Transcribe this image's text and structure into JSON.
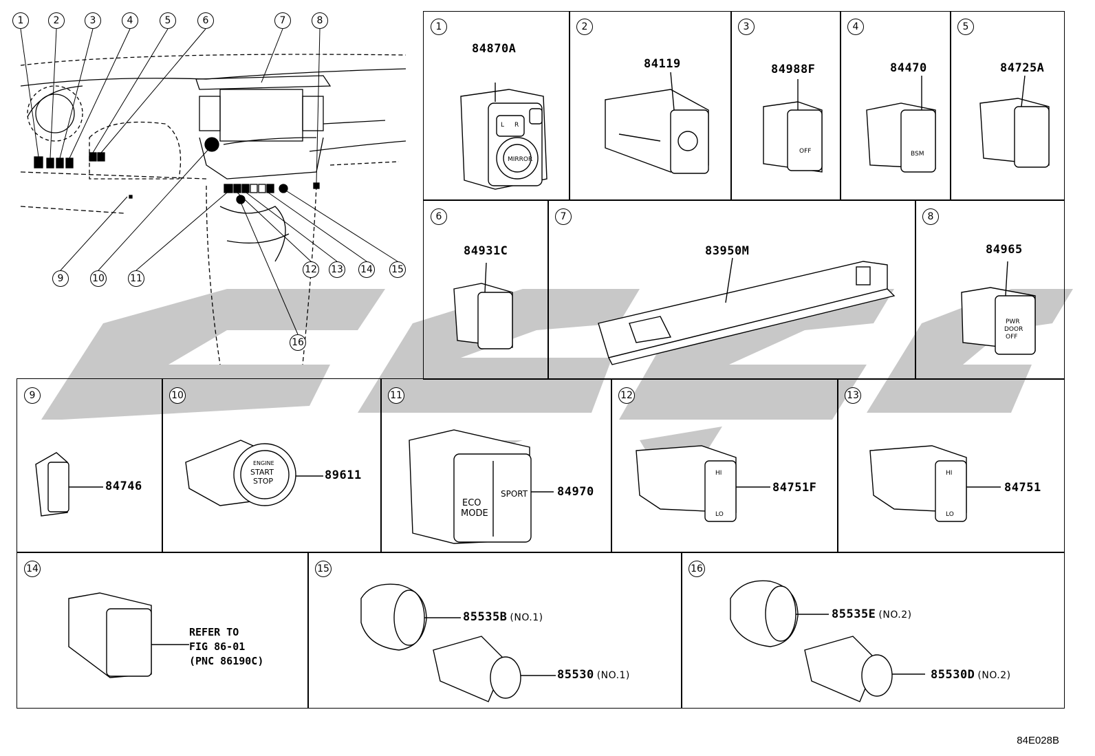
{
  "overview_callouts": [
    "1",
    "2",
    "3",
    "4",
    "5",
    "6",
    "7",
    "8",
    "9",
    "10",
    "11",
    "12",
    "13",
    "14",
    "15",
    "16"
  ],
  "panels": [
    {
      "no": "1",
      "part": "84870A"
    },
    {
      "no": "2",
      "part": "84119"
    },
    {
      "no": "3",
      "part": "84988F"
    },
    {
      "no": "4",
      "part": "84470"
    },
    {
      "no": "5",
      "part": "84725A"
    },
    {
      "no": "6",
      "part": "84931C"
    },
    {
      "no": "7",
      "part": "83950M"
    },
    {
      "no": "8",
      "part": "84965"
    },
    {
      "no": "9",
      "part": "84746"
    },
    {
      "no": "10",
      "part": "89611"
    },
    {
      "no": "11",
      "part": "84970"
    },
    {
      "no": "12",
      "part": "84751F"
    },
    {
      "no": "13",
      "part": "84751"
    },
    {
      "no": "14",
      "refer": [
        "REFER TO",
        "FIG 86-01",
        "(PNC 86190C)"
      ]
    },
    {
      "no": "15",
      "parts": [
        {
          "part": "85535B",
          "note": "(NO.1)"
        },
        {
          "part": "85530",
          "note": "(NO.1)"
        }
      ]
    },
    {
      "no": "16",
      "parts": [
        {
          "part": "85535E",
          "note": "(NO.2)"
        },
        {
          "part": "85530D",
          "note": "(NO.2)"
        }
      ]
    }
  ],
  "switch_face_text": {
    "mirror": "MIRROR",
    "mirror_l": "L",
    "mirror_r": "R",
    "off": "OFF",
    "bsm": "BSM",
    "pwr_door_off": [
      "PWR",
      "DOOR",
      "OFF"
    ],
    "engine": "ENGINE",
    "start": "START",
    "stop": "STOP",
    "eco": "ECO",
    "mode": "MODE",
    "sport": "SPORT",
    "hi": "HI",
    "lo": "LO"
  },
  "diagram_code": "84E028B",
  "watermark_color": "#c8c8c8"
}
